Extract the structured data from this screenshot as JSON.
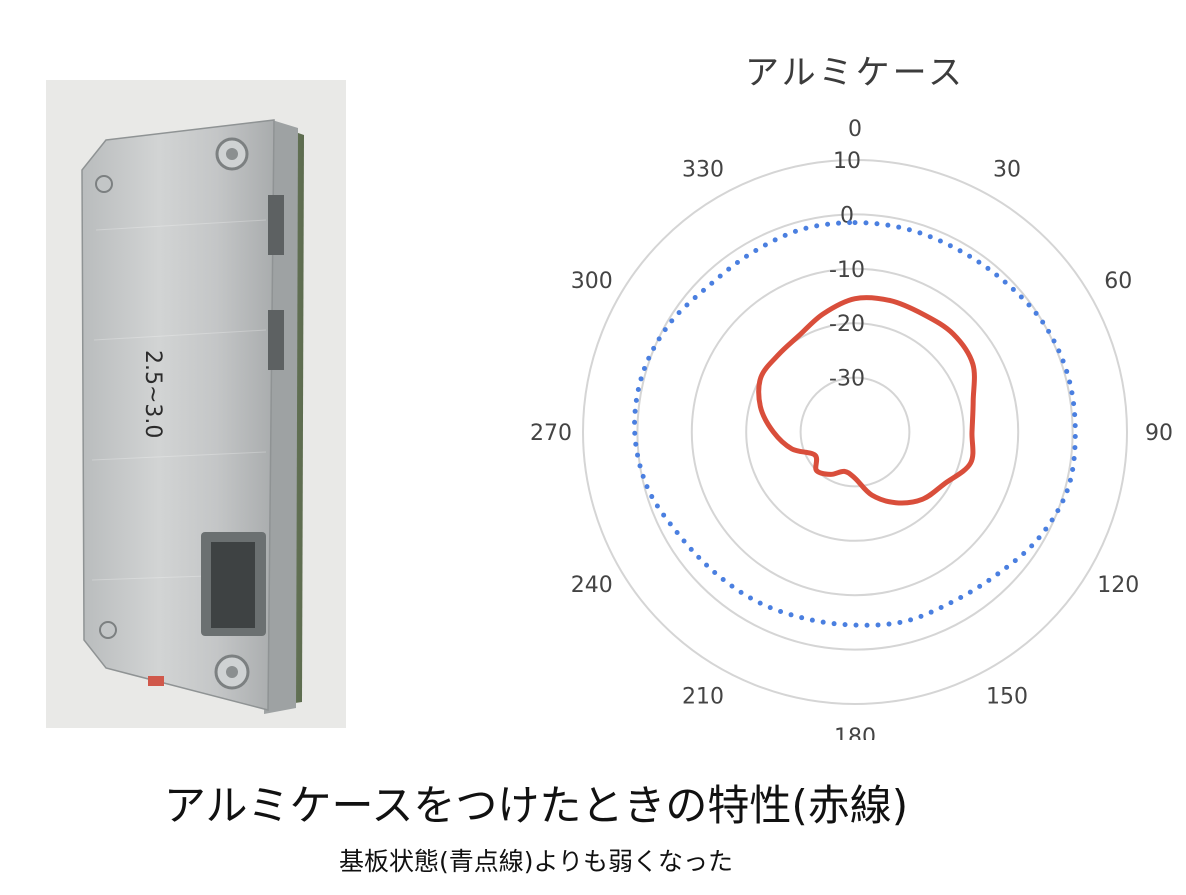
{
  "photo": {
    "description_alt": "",
    "handwritten_text": "2.5~3.0"
  },
  "captions": {
    "main": "アルミケースをつけたときの特性(赤線)",
    "sub": "基板状態(青点線)よりも弱くなった"
  },
  "chart_data": {
    "type": "polar-line",
    "title": "アルミケース",
    "angle_ticks": [
      "0",
      "30",
      "60",
      "90",
      "120",
      "150",
      "180",
      "210",
      "240",
      "270",
      "300",
      "330"
    ],
    "radial_ticks": [
      "10",
      "0",
      "-10",
      "-20",
      "-30"
    ],
    "r_range": [
      -40,
      10
    ],
    "grid": true,
    "angles_deg": [
      0,
      15,
      30,
      45,
      60,
      75,
      90,
      105,
      120,
      135,
      150,
      165,
      180,
      195,
      210,
      225,
      240,
      255,
      270,
      285,
      300,
      315,
      330,
      345
    ],
    "series": [
      {
        "color": "#4a7fe0",
        "style": "dotted",
        "values": [
          -1.5,
          -1.5,
          -1.5,
          -1,
          0,
          0.5,
          0.5,
          0.5,
          -1,
          -3,
          -4,
          -4,
          -4.5,
          -4.5,
          -4,
          -3.5,
          -2.5,
          -0.5,
          0.5,
          0.5,
          -0.5,
          -2,
          -2,
          -1.5
        ]
      },
      {
        "color": "#d94e3b",
        "style": "solid",
        "values": [
          -15.5,
          -15,
          -15,
          -14.5,
          -15,
          -17.5,
          -18.5,
          -18,
          -21,
          -22.5,
          -25,
          -28,
          -31.5,
          -32.5,
          -31,
          -30,
          -31.5,
          -28,
          -25,
          -22,
          -20,
          -20,
          -19.5,
          -17.5
        ]
      }
    ]
  }
}
